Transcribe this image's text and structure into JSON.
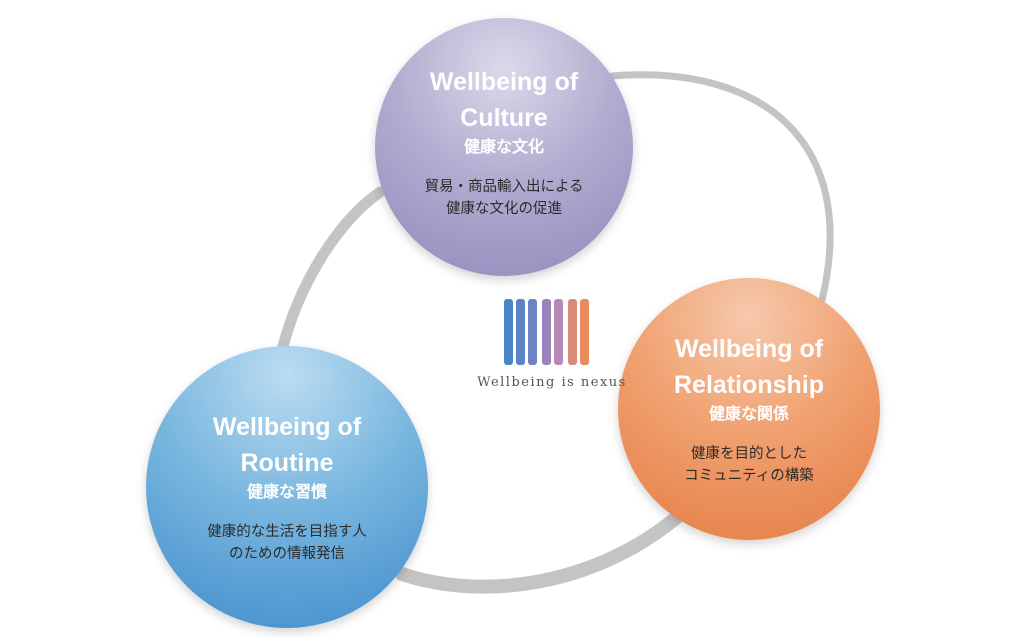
{
  "nodes": [
    {
      "id": "culture",
      "title_line1": "Wellbeing of",
      "title_line2": "Culture",
      "jp_title": "健康な文化",
      "desc_line1": "貿易・商品輸入出による",
      "desc_line2": "健康な文化の促進",
      "color": "#9189bb"
    },
    {
      "id": "relationship",
      "title_line1": "Wellbeing of",
      "title_line2": "Relationship",
      "jp_title": "健康な関係",
      "desc_line1": "健康を目的とした",
      "desc_line2": "コミュニティの構築",
      "color": "#e57c43"
    },
    {
      "id": "routine",
      "title_line1": "Wellbeing of",
      "title_line2": "Routine",
      "jp_title": "健康な習慣",
      "desc_line1": "健康的な生活を目指す人",
      "desc_line2": "のための情報発信",
      "color": "#3f8ccd"
    }
  ],
  "logo": {
    "text": "Wellbeing is nexus",
    "bar_colors": [
      "#4a86c8",
      "#7f7fbf",
      "#b888b8",
      "#e98a5a"
    ]
  },
  "ring_color": "#c4c4c4"
}
